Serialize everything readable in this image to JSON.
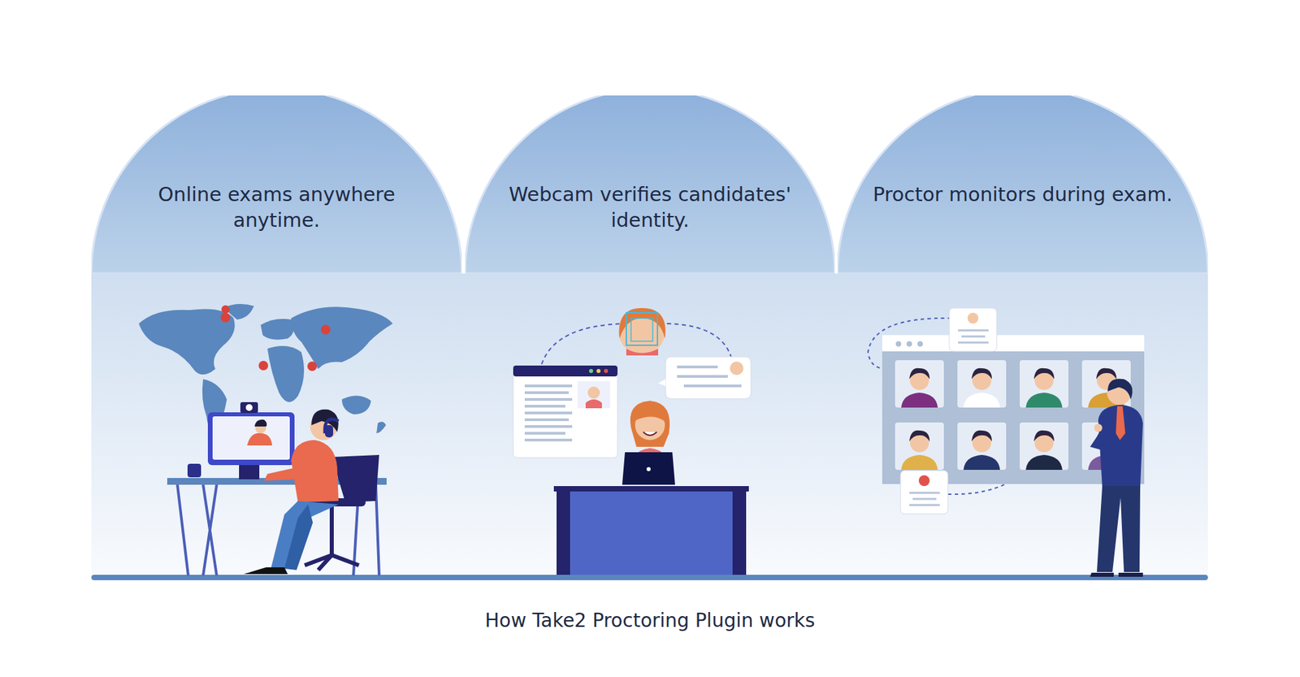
{
  "diagram": {
    "caption": "How Take2 Proctoring Plugin works",
    "nodes": [
      {
        "text": [
          "Online exams anywhere anytime."
        ]
      },
      {
        "text": [
          "Webcam verifies candidates' identity."
        ]
      },
      {
        "text": [
          "Proctor monitors during exam."
        ]
      }
    ]
  }
}
